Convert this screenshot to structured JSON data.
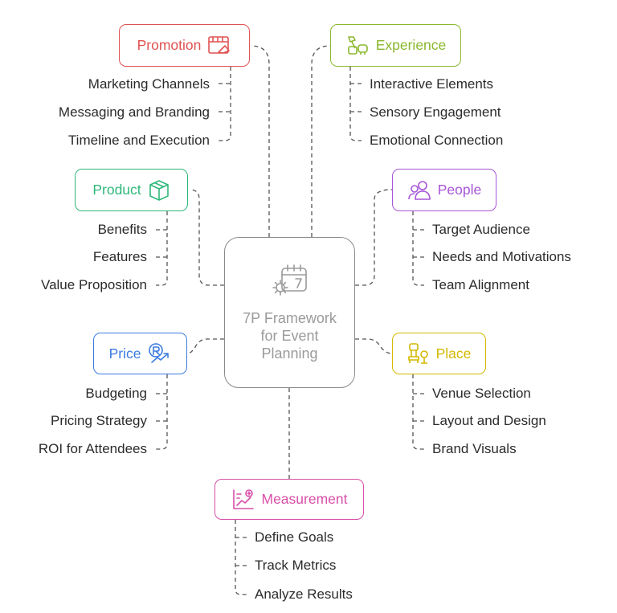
{
  "diagram": {
    "center": {
      "title": "7P Framework for Event Planning",
      "icon": "calendar-gear-7-icon",
      "color": "#9a9a9a"
    },
    "categories": [
      {
        "key": "promotion",
        "label": "Promotion",
        "icon": "megaphone-browser-icon",
        "color": "#e05252",
        "items": [
          "Marketing Channels",
          "Messaging and Branding",
          "Timeline and Execution"
        ]
      },
      {
        "key": "experience",
        "label": "Experience",
        "icon": "experience-icon",
        "color": "#8bb82e",
        "items": [
          "Interactive Elements",
          "Sensory Engagement",
          "Emotional Connection"
        ]
      },
      {
        "key": "product",
        "label": "Product",
        "icon": "box-icon",
        "color": "#2fb87a",
        "items": [
          "Benefits",
          "Features",
          "Value Proposition"
        ]
      },
      {
        "key": "people",
        "label": "People",
        "icon": "people-icon",
        "color": "#a855d8",
        "items": [
          "Target Audience",
          "Needs and Motivations",
          "Team Alignment"
        ]
      },
      {
        "key": "price",
        "label": "Price",
        "icon": "rupee-growth-icon",
        "color": "#3b7be0",
        "items": [
          "Budgeting",
          "Pricing Strategy",
          "ROI for Attendees"
        ]
      },
      {
        "key": "place",
        "label": "Place",
        "icon": "place-icon",
        "color": "#d4b800",
        "items": [
          "Venue Selection",
          "Layout and Design",
          "Brand Visuals"
        ]
      },
      {
        "key": "measurement",
        "label": "Measurement",
        "icon": "chart-plus-icon",
        "color": "#d94fa8",
        "items": [
          "Define Goals",
          "Track Metrics",
          "Analyze Results"
        ]
      }
    ]
  }
}
